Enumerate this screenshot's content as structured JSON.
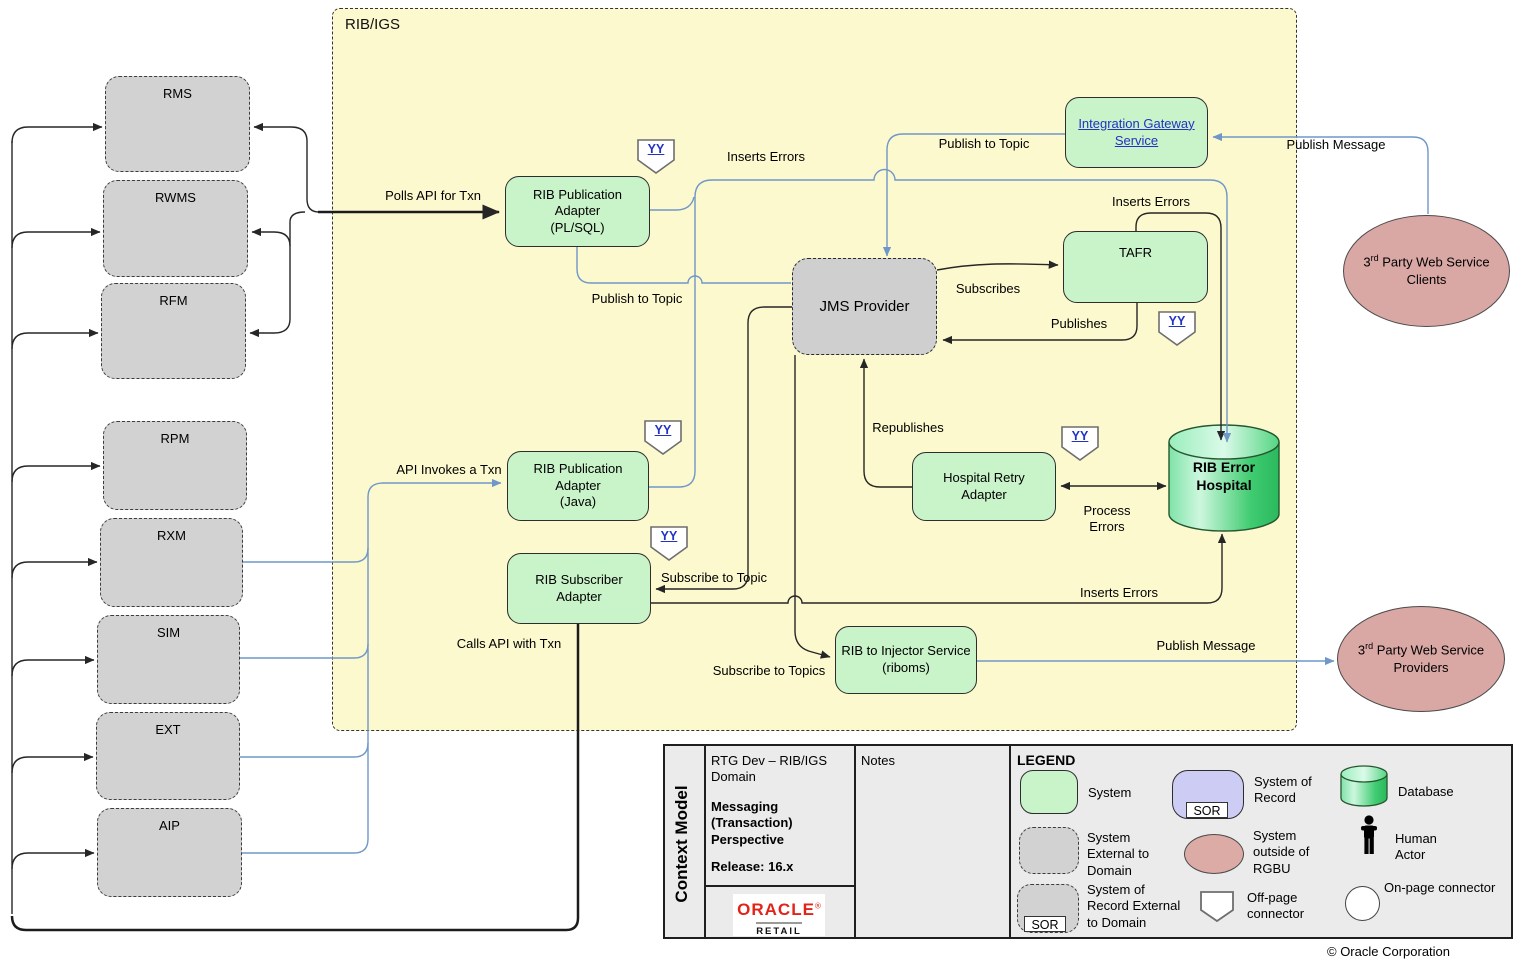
{
  "diagram": {
    "region_label": "RIB/IGS",
    "footer": "© Oracle Corporation"
  },
  "external_systems": [
    {
      "label": "RMS"
    },
    {
      "label": "RWMS"
    },
    {
      "label": "RFM"
    },
    {
      "label": "RPM"
    },
    {
      "label": "RXM"
    },
    {
      "label": "SIM"
    },
    {
      "label": "EXT"
    },
    {
      "label": "AIP"
    }
  ],
  "nodes": {
    "igs": {
      "label": "Integration Gateway\nService"
    },
    "plsql": {
      "label": "RIB Publication\nAdapter\n(PL/SQL)"
    },
    "java": {
      "label": "RIB Publication\nAdapter\n(Java)"
    },
    "subscriber": {
      "label": "RIB Subscriber\nAdapter"
    },
    "jms": {
      "label": "JMS Provider"
    },
    "tafr": {
      "label": "TAFR"
    },
    "hra": {
      "label": "Hospital Retry\nAdapter"
    },
    "riboms": {
      "label": "RIB to Injector Service\n(riboms)"
    },
    "hospital": {
      "label": "RIB Error\nHospital"
    },
    "clients": {
      "num": "3",
      "sup": "rd",
      "rest": " Party Web Service",
      "line2": "Clients"
    },
    "providers": {
      "num": "3",
      "sup": "rd",
      "rest": " Party Web Service",
      "line2": "Providers"
    }
  },
  "edge_labels": {
    "polls_api": "Polls API for Txn",
    "inserts_errors_top": "Inserts Errors",
    "publish_to_topic_igs": "Publish to Topic",
    "publish_message_top": "Publish Message",
    "inserts_errors_tafr": "Inserts Errors",
    "subscribes": "Subscribes",
    "publishes": "Publishes",
    "publish_to_topic": "Publish to Topic",
    "republishes": "Republishes",
    "api_invokes": "API Invokes a Txn",
    "subscribe_to_topic": "Subscribe to Topic",
    "calls_api": "Calls API with Txn",
    "subscribe_to_topics": "Subscribe to Topics",
    "process_errors": "Process\nErrors",
    "inserts_errors_hospital": "Inserts Errors",
    "publish_message_bottom": "Publish Message"
  },
  "connector_label": "YY",
  "legend": {
    "title": "LEGEND",
    "sor": "SOR",
    "items": {
      "system": "System",
      "system_of_record": "System of\nRecord",
      "database": "Database",
      "system_external": "System\nExternal to\nDomain",
      "system_outside_rgbu": "System\noutside of\nRGBU",
      "human_actor": "Human\nActor",
      "sor_external": "System of\nRecord External\nto Domain",
      "offpage_connector": "Off-page\nconnector",
      "onpage_connector": "On-page connector"
    }
  },
  "panel": {
    "vertical_title": "Context Model",
    "domain": "RTG Dev – RIB/IGS\nDomain",
    "perspective": "Messaging\n(Transaction)\nPerspective",
    "release": "Release:  16.x",
    "notes": "Notes",
    "logo_main": "ORACLE",
    "logo_reg": "®",
    "logo_sub": "RETAIL"
  }
}
